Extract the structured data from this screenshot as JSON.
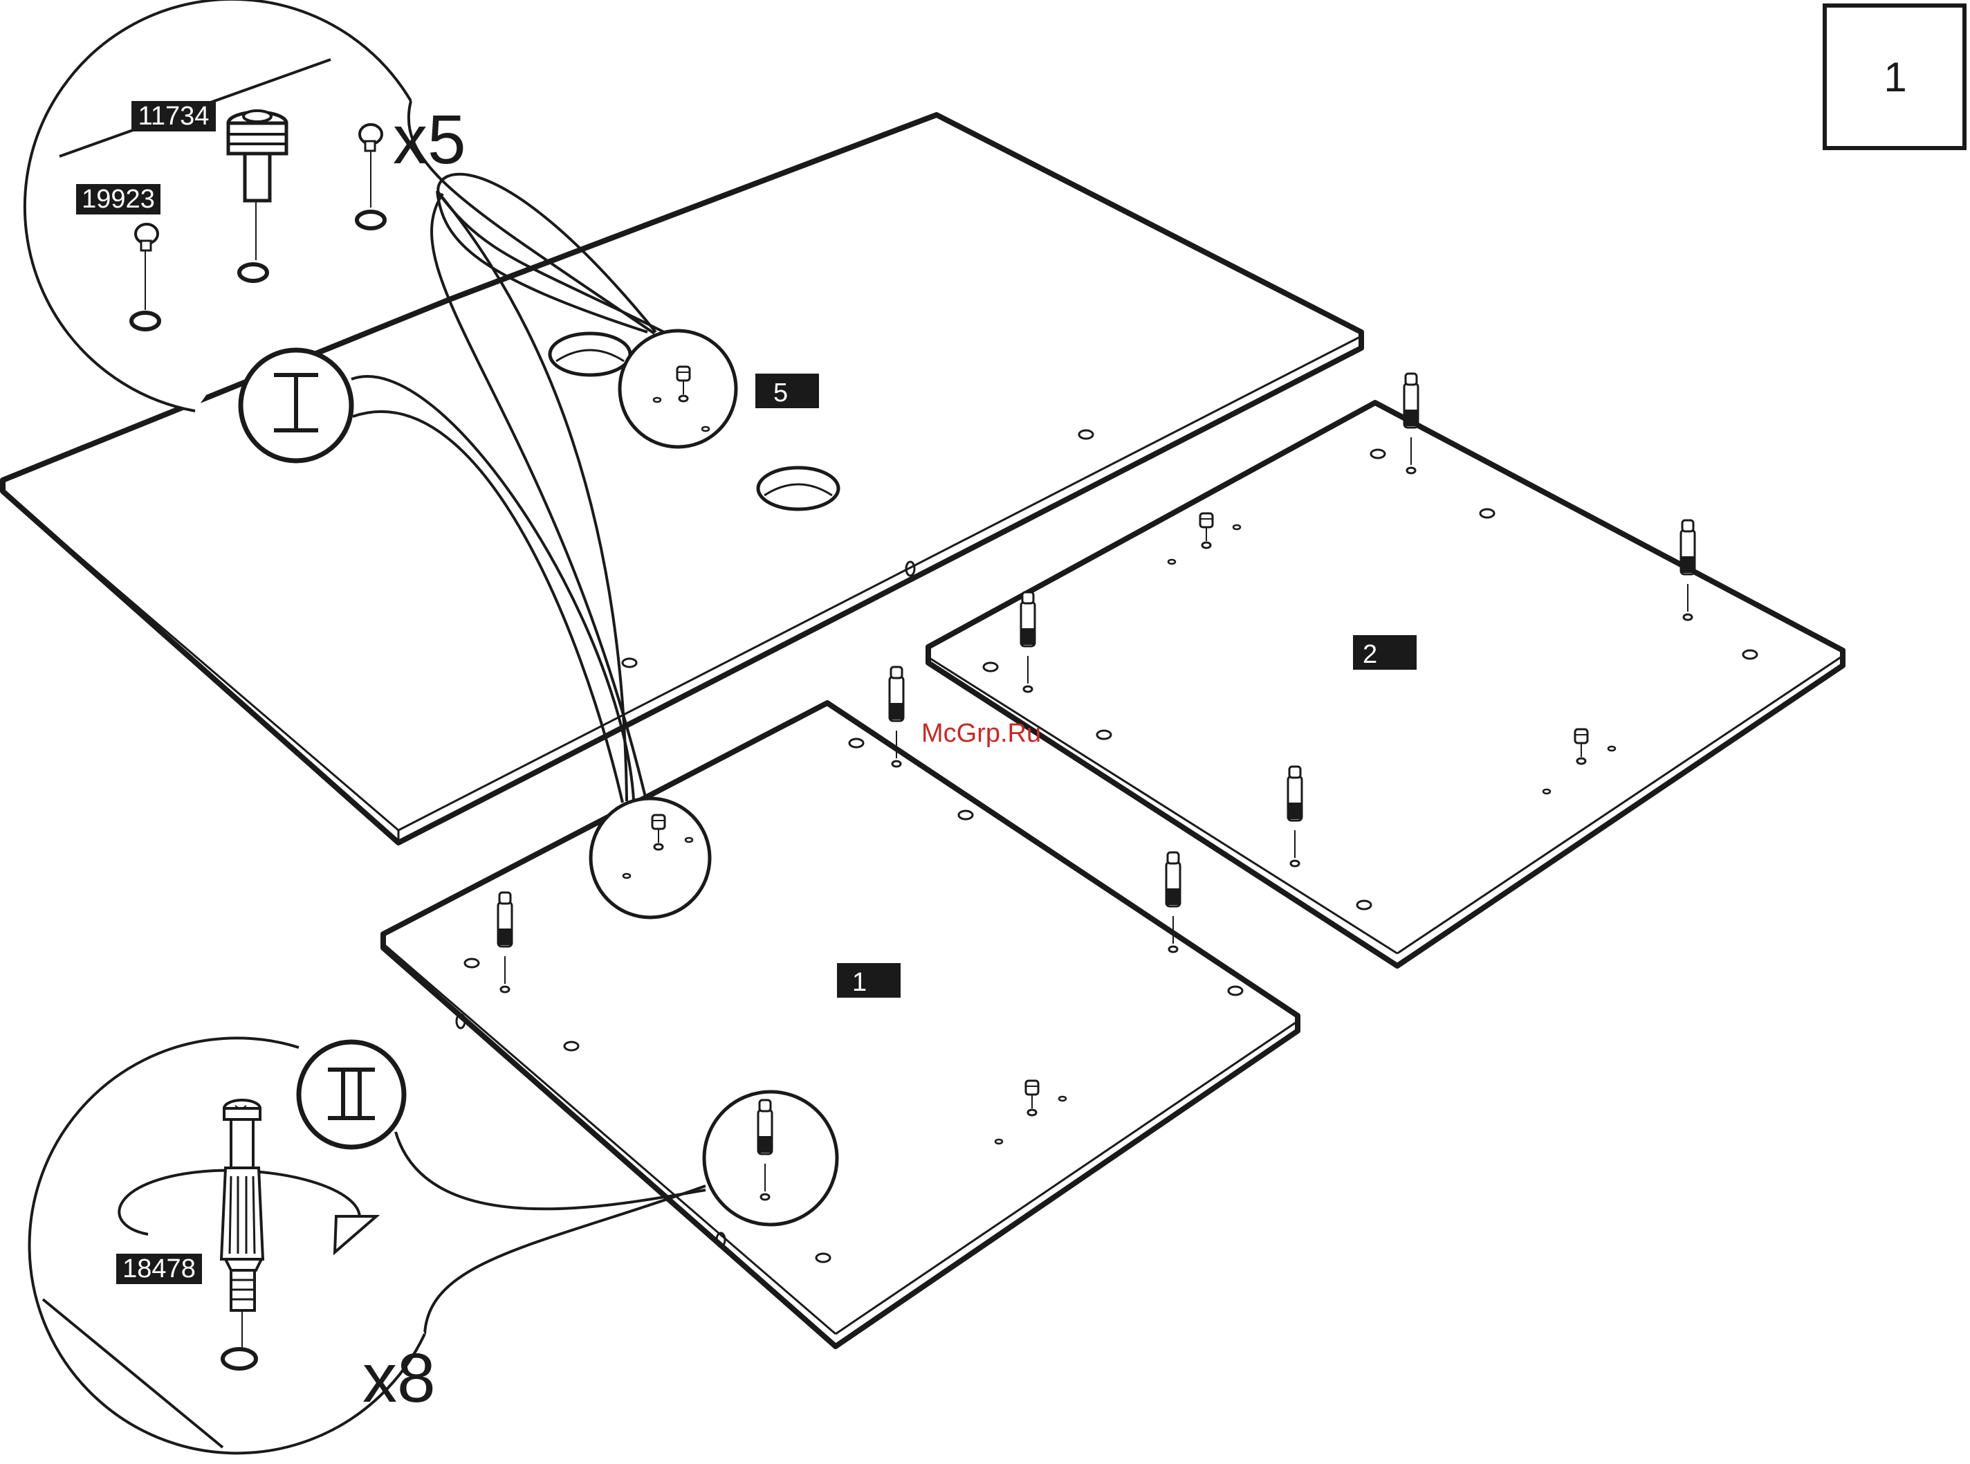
{
  "step": {
    "number": "1"
  },
  "parts": {
    "knob_pin": "19923",
    "cam_connector": "11734",
    "connector_bolt": "18478",
    "qty_pins": "x5",
    "qty_bolts": "x8"
  },
  "callouts": {
    "detail_one": "I",
    "detail_two": "II"
  },
  "panels": {
    "top_panel": "5",
    "right_panel": "2",
    "front_panel": "1"
  },
  "watermark": {
    "text": "McGrp.Ru",
    "color": "#c62828"
  },
  "colors": {
    "line": "#1a1a1a",
    "label_bg": "#1a1a1a",
    "label_text": "#ffffff"
  }
}
